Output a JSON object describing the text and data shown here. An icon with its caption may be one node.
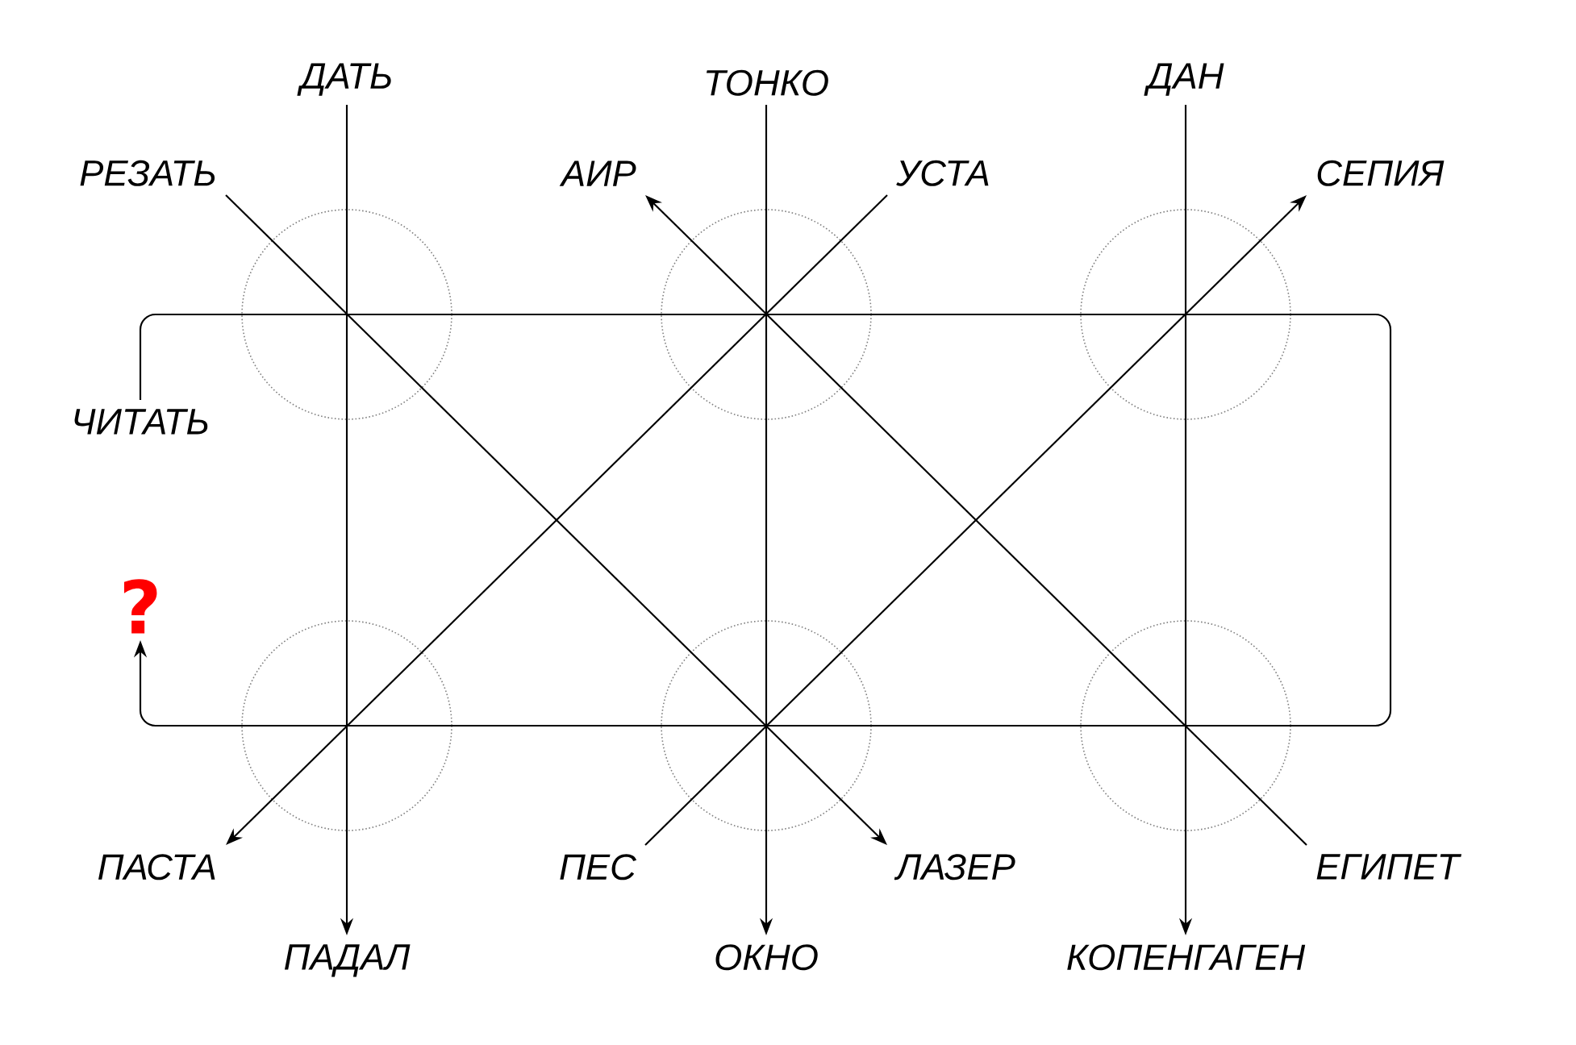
{
  "diagram": {
    "nodes": [
      {
        "text": [
          "ДАТЬ"
        ]
      },
      {
        "text": [
          "РЕЗАТЬ"
        ]
      },
      {
        "text": [
          "ТОНКО"
        ]
      },
      {
        "text": [
          "АИР"
        ]
      },
      {
        "text": [
          "УСТА"
        ]
      },
      {
        "text": [
          "ДАН"
        ]
      },
      {
        "text": [
          "СЕПИЯ"
        ]
      },
      {
        "text": [
          "ЧИТАТЬ"
        ]
      },
      {
        "text": [
          "?"
        ]
      },
      {
        "text": [
          "ПАСТА"
        ]
      },
      {
        "text": [
          "ПАДАЛ"
        ]
      },
      {
        "text": [
          "ПЕС"
        ]
      },
      {
        "text": [
          "ОКНО"
        ]
      },
      {
        "text": [
          "ЛАЗЕР"
        ]
      },
      {
        "text": [
          "КОПЕНГАГЕН"
        ]
      },
      {
        "text": [
          "ЕГИПЕТ"
        ]
      }
    ],
    "edges": [
      {
        "from": 0,
        "to": 10,
        "arrow": "to"
      },
      {
        "from": 2,
        "to": 12,
        "arrow": "to"
      },
      {
        "from": 5,
        "to": 14,
        "arrow": "to"
      },
      {
        "from": 1,
        "to": 13,
        "arrow": "to"
      },
      {
        "from": 4,
        "to": 9,
        "arrow": "to"
      },
      {
        "from": 15,
        "to": 3,
        "arrow": "to"
      },
      {
        "from": 11,
        "to": 6,
        "arrow": "to"
      },
      {
        "from": 7,
        "to": 8,
        "arrow": "to"
      }
    ]
  }
}
